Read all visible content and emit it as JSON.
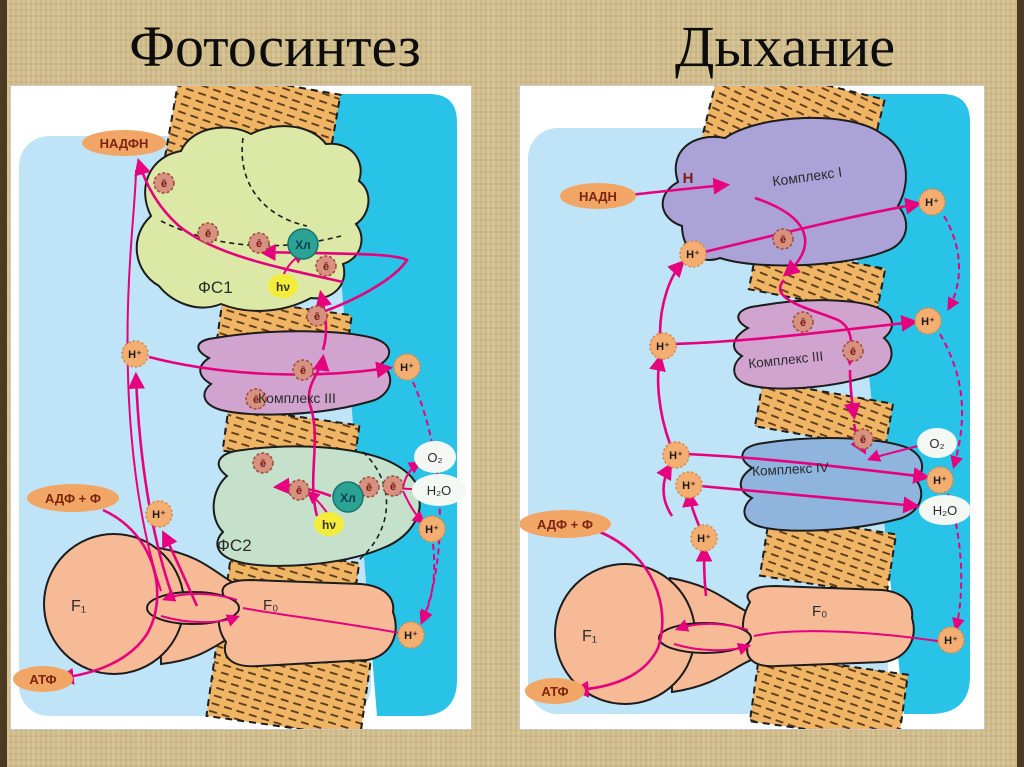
{
  "titles": {
    "left": "Фотосинтез",
    "right": "Дыхание"
  },
  "shared": {
    "h_plus": "H⁺",
    "electron": "ē",
    "adp_p": "АДФ + Ф",
    "atp": "АТФ",
    "f1": "F₁",
    "f0": "F₀",
    "o2": "O₂",
    "h2o": "H₂O",
    "complex3": "Комплекс III"
  },
  "photosynthesis": {
    "nadph": "НАДФН",
    "ps1": "ФС1",
    "ps2": "ФС2",
    "chlorophyll": "Хл",
    "photon": "hν"
  },
  "respiration": {
    "nadh": "НАДН",
    "h": "Н",
    "complex1": "Комплекс I",
    "complex4": "Комплекс IV"
  },
  "colors": {
    "slide_background": "#d5c292",
    "slide_edge": "#4a3a20",
    "panel": "#ffffff",
    "stroma_side": "#bfe3f7",
    "lumen_side": "#29c3e8",
    "membrane": "#f0b564",
    "membrane_stripe": "#55381a",
    "ps1_fill": "#dce9a6",
    "ps2_fill": "#c5e1cc",
    "complex1_fill": "#aba3d8",
    "complex3_fill": "#d1a3cf",
    "complex4_fill": "#8fb4de",
    "atp_synthase_fill": "#f6ba97",
    "arrow": "#e6007e",
    "pill": "#f2a665",
    "electron": "#d69180",
    "chlorophyll_fill": "#2ba294",
    "photon_fill": "#f4ec3a"
  }
}
